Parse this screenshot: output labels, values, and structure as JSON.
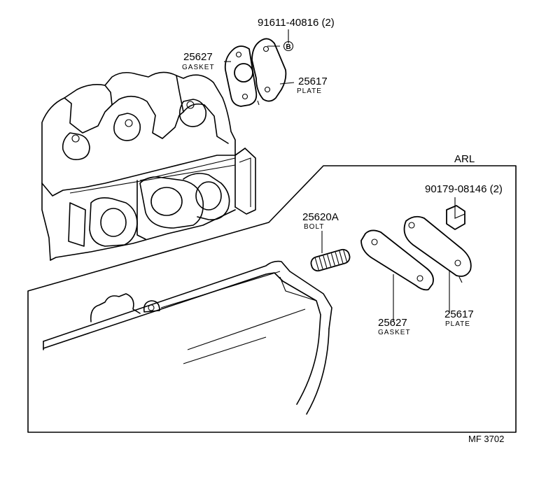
{
  "callouts": {
    "bolt_top": {
      "number": "91611-40816 (2)"
    },
    "gasket_top": {
      "number": "25627",
      "label": "GASKET"
    },
    "plate_top": {
      "number": "25617",
      "label": "PLATE"
    },
    "arl_box": {
      "title": "ARL"
    },
    "nut": {
      "number": "90179-08146 (2)"
    },
    "bolt": {
      "number": "25620A",
      "label": "BOLT"
    },
    "gasket_arl": {
      "number": "25627",
      "label": "GASKET"
    },
    "plate_arl": {
      "number": "25617",
      "label": "PLATE"
    }
  },
  "bolt_symbol": "B",
  "figure_code": "MF 3702"
}
